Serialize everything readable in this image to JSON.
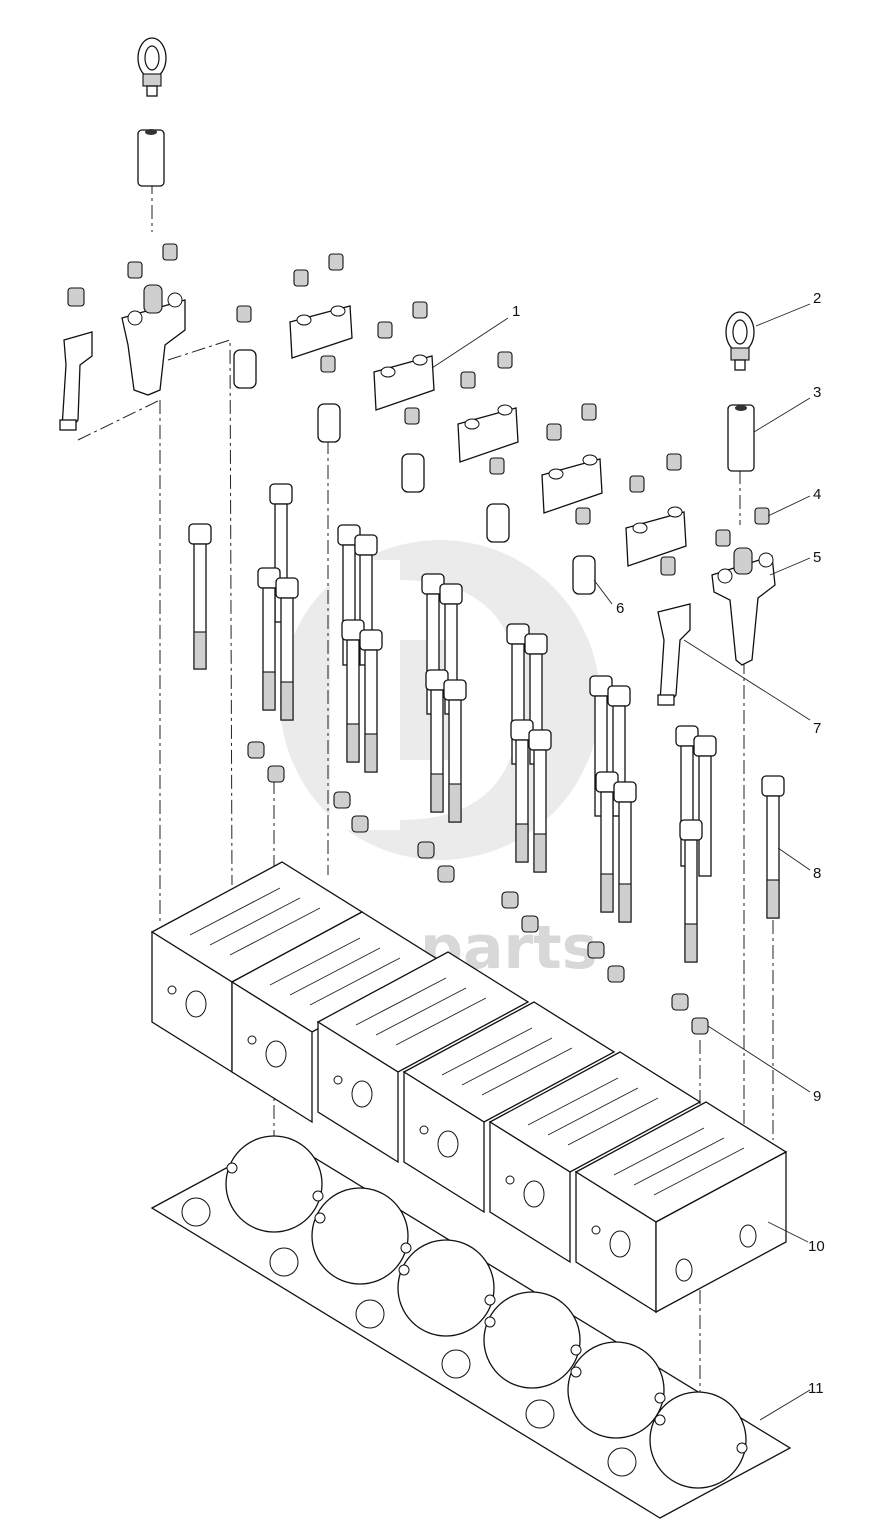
{
  "watermark": {
    "text": "parts"
  },
  "callouts": [
    {
      "num": "1"
    },
    {
      "num": "2"
    },
    {
      "num": "3"
    },
    {
      "num": "4"
    },
    {
      "num": "5"
    },
    {
      "num": "6"
    },
    {
      "num": "7"
    },
    {
      "num": "8"
    },
    {
      "num": "9"
    },
    {
      "num": "10"
    },
    {
      "num": "11"
    }
  ]
}
